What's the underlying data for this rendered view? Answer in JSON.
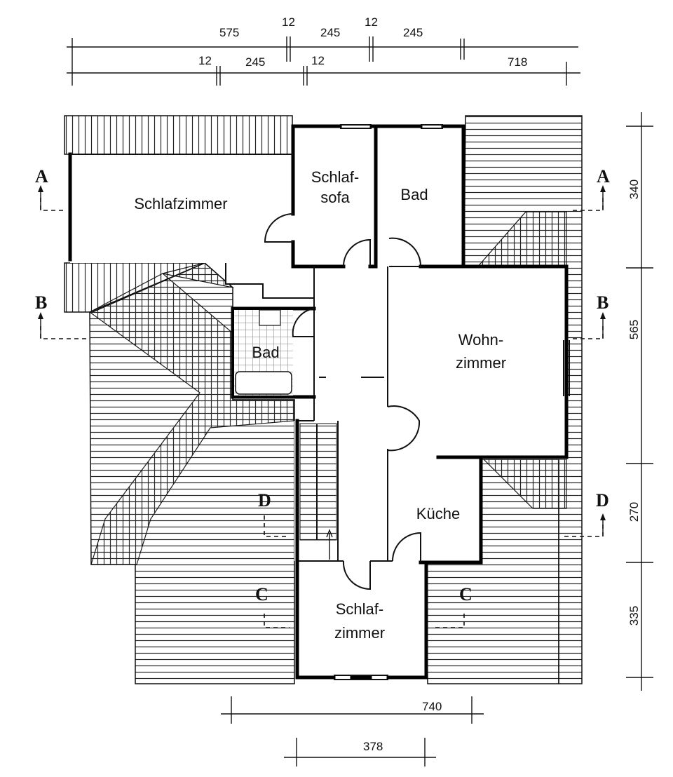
{
  "dimensions": {
    "top_row1": [
      "575",
      "12",
      "245",
      "12",
      "245"
    ],
    "top_row2": [
      "12",
      "245",
      "12",
      "718"
    ],
    "right": [
      "340",
      "565",
      "270",
      "335"
    ],
    "bottom1": "740",
    "bottom2": "378"
  },
  "rooms": {
    "schlafzimmer_left": "Schlafzimmer",
    "schlafsofa_1": "Schlaf-",
    "schlafsofa_2": "sofa",
    "bad_top": "Bad",
    "bad_small": "Bad",
    "wohnzimmer_1": "Wohn-",
    "wohnzimmer_2": "zimmer",
    "kueche": "Küche",
    "schlafzimmer_bottom_1": "Schlaf-",
    "schlafzimmer_bottom_2": "zimmer"
  },
  "sections": {
    "a": "A",
    "b": "B",
    "c": "C",
    "d": "D"
  }
}
